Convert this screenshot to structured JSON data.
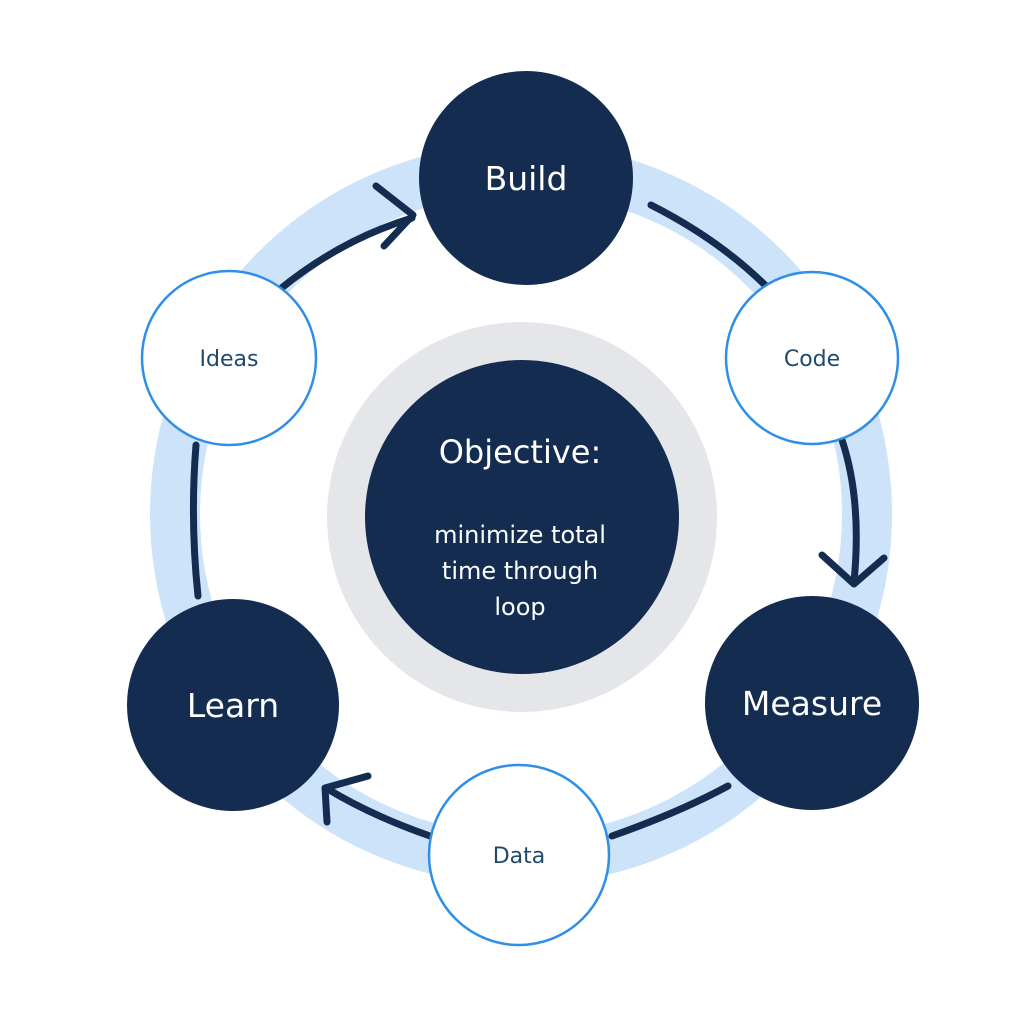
{
  "colors": {
    "dark_navy": "#132c50",
    "ring": "#cde3f9",
    "inner_ring": "#e4e6ea",
    "node_border": "#2f8fe8",
    "arrow": "#132c50",
    "light_node_text": "#1e4a6e"
  },
  "cycle": {
    "stages": [
      {
        "id": "build",
        "label": "Build",
        "style": "dark"
      },
      {
        "id": "code",
        "label": "Code",
        "style": "light"
      },
      {
        "id": "measure",
        "label": "Measure",
        "style": "dark"
      },
      {
        "id": "data",
        "label": "Data",
        "style": "light"
      },
      {
        "id": "learn",
        "label": "Learn",
        "style": "dark"
      },
      {
        "id": "ideas",
        "label": "Ideas",
        "style": "light"
      }
    ]
  },
  "objective": {
    "title": "Objective:",
    "lines": [
      "minimize total",
      "time through",
      "loop"
    ]
  }
}
